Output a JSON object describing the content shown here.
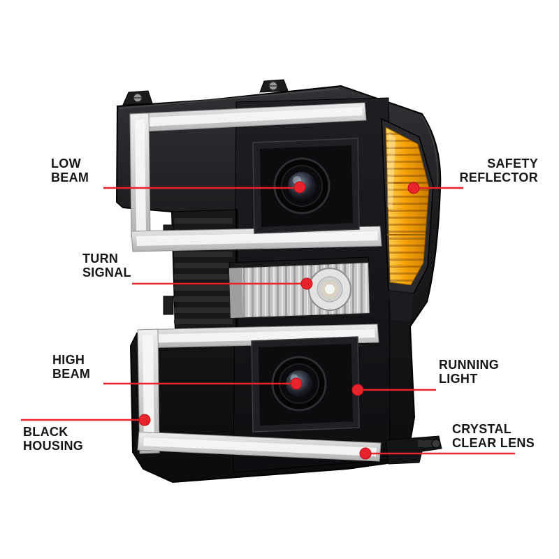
{
  "colors": {
    "background": "#ffffff",
    "callout_red": "#e8232a",
    "housing_black": "#0b0b0d",
    "amber_reflector": "#f7a307",
    "light_bar_gray": "#cfcfcf"
  },
  "callouts": {
    "low_beam": {
      "label": "LOW\nBEAM"
    },
    "turn_signal": {
      "label": "TURN\nSIGNAL"
    },
    "high_beam": {
      "label": "HIGH\nBEAM"
    },
    "black_housing": {
      "label": "BLACK\nHOUSING"
    },
    "safety_reflector": {
      "label": "SAFETY\nREFLECTOR"
    },
    "running_light": {
      "label": "RUNNING\nLIGHT"
    },
    "crystal_clear_lens": {
      "label": "CRYSTAL\nCLEAR LENS"
    }
  }
}
